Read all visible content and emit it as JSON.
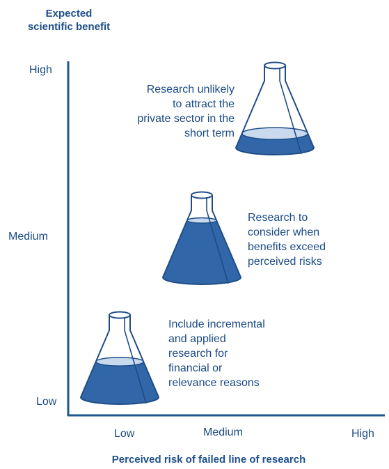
{
  "y_axis": {
    "title_lines": [
      "Expected",
      "scientific benefit"
    ],
    "ticks": [
      "High",
      "Medium",
      "Low"
    ]
  },
  "x_axis": {
    "title": "Perceived risk of failed line of research",
    "ticks": [
      "Low",
      "Medium",
      "High"
    ]
  },
  "flasks": [
    {
      "fill_level": 0.2,
      "label_lines": [
        "Research unlikely",
        "to attract the",
        "private sector in the",
        "short term"
      ]
    },
    {
      "fill_level": 0.8,
      "label_lines": [
        "Research to",
        "consider when",
        "benefits exceed",
        "perceived risks"
      ]
    },
    {
      "fill_level": 0.5,
      "label_lines": [
        "Include incremental",
        "and applied",
        "research for",
        "financial or",
        "relevance reasons"
      ]
    }
  ],
  "colors": {
    "text": "#1a4a85",
    "axis_title": "#1d4f8a",
    "axis_line": "#1f568f",
    "flask_outline": "#1e4d86",
    "liquid": "#3166a8",
    "liquid_surface": "#c9d9ee"
  }
}
